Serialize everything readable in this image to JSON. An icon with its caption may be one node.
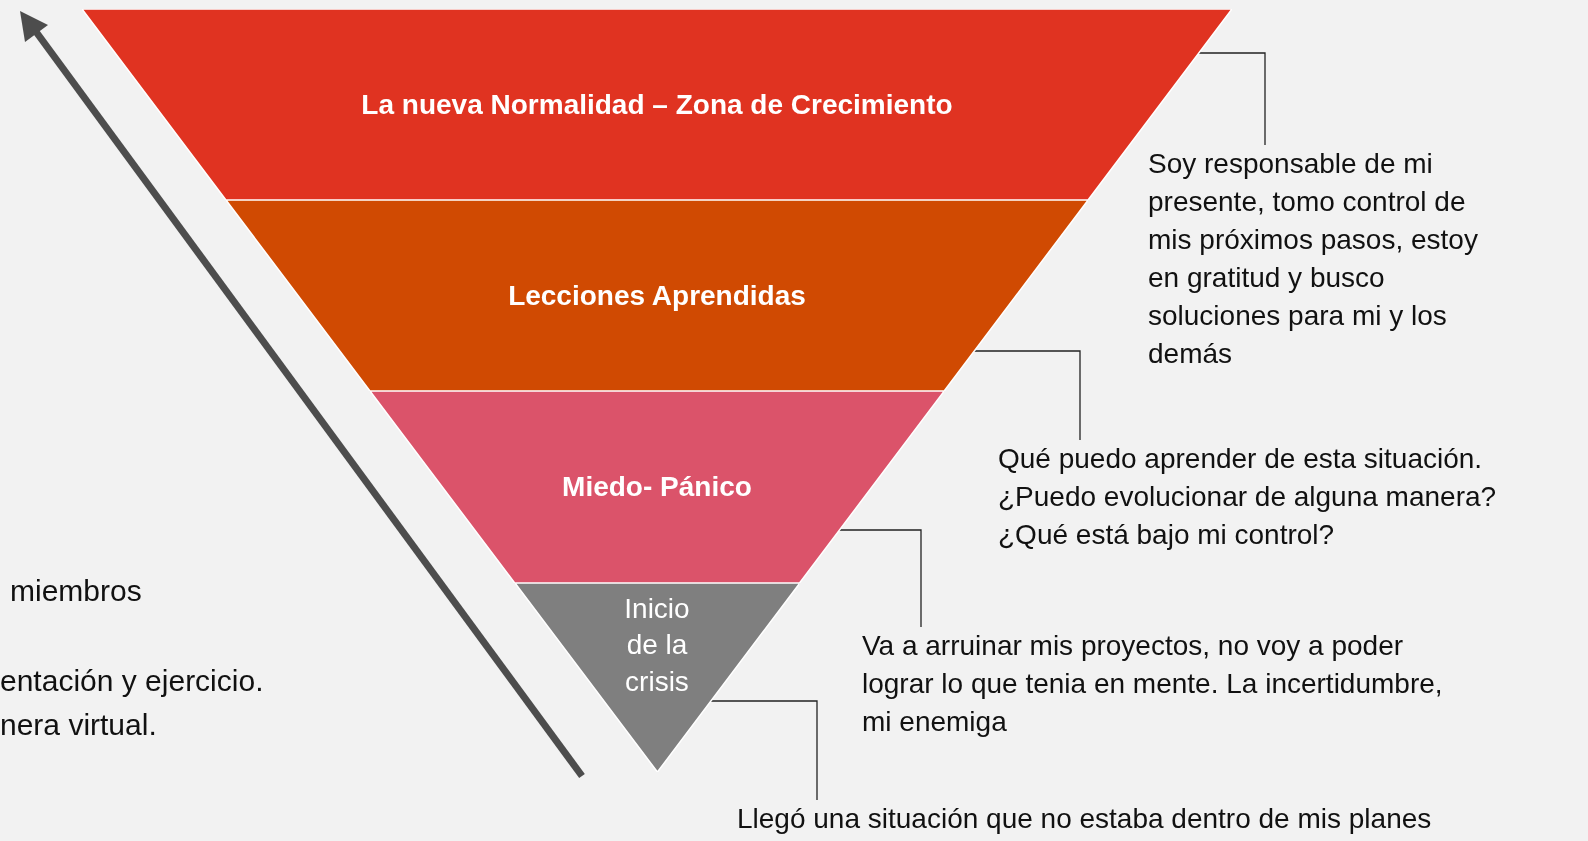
{
  "diagram": {
    "nodes": [
      {
        "text": [
          "La nueva Normalidad – Zona de Crecimiento"
        ]
      },
      {
        "text": [
          "Lecciones Aprendidas"
        ]
      },
      {
        "text": [
          "Miedo- Pánico"
        ]
      },
      {
        "text": [
          "Inicio de la crisis"
        ]
      },
      {
        "text": [
          "Soy responsable de mi presente, tomo control de mis próximos pasos, estoy en gratitud y busco soluciones para mi y los demás"
        ]
      },
      {
        "text": [
          "Qué puedo aprender de esta situación. ¿Puedo evolucionar de alguna manera? ¿Qué está bajo mi control?"
        ]
      },
      {
        "text": [
          "Va a arruinar mis proyectos, no voy a poder lograr lo que tenia en mente. La incertidumbre, mi enemiga"
        ]
      },
      {
        "text": [
          "Llegó una situación que no estaba dentro de mis planes"
        ]
      }
    ],
    "edges": [
      {
        "from": 0,
        "to": 4,
        "arrow": "none"
      },
      {
        "from": 1,
        "to": 5,
        "arrow": "none"
      },
      {
        "from": 2,
        "to": 6,
        "arrow": "none"
      },
      {
        "from": 3,
        "to": 7,
        "arrow": "none"
      }
    ],
    "labels": [
      "miembros",
      "entación y ejercicio.",
      "nera virtual."
    ]
  }
}
